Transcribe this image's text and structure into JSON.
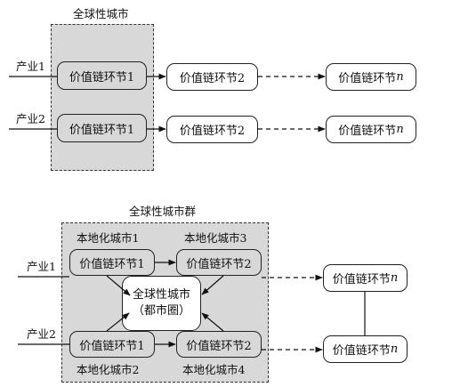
{
  "top": {
    "title": "全球性城市",
    "rows": [
      {
        "industry": "产业1",
        "node1": "价值链环节1",
        "node2": "价值链环节2",
        "nodeN_prefix": "价值链环节",
        "nodeN_suffix": "n"
      },
      {
        "industry": "产业2",
        "node1": "价值链环节1",
        "node2": "价值链环节2",
        "nodeN_prefix": "价值链环节",
        "nodeN_suffix": "n"
      }
    ]
  },
  "bottom": {
    "title": "全球性城市群",
    "city_tl": "本地化城市1",
    "city_tr": "本地化城市3",
    "city_bl": "本地化城市2",
    "city_br": "本地化城市4",
    "industry1": "产业1",
    "industry2": "产业2",
    "node_tl": "价值链环节1",
    "node_tr": "价值链环节2",
    "node_bl": "价值链环节1",
    "node_br": "价值链环节2",
    "center_line1": "全球性城市",
    "center_line2": "（都市圈）",
    "nodeN_prefix": "价值链环节",
    "nodeN_suffix": "n"
  }
}
